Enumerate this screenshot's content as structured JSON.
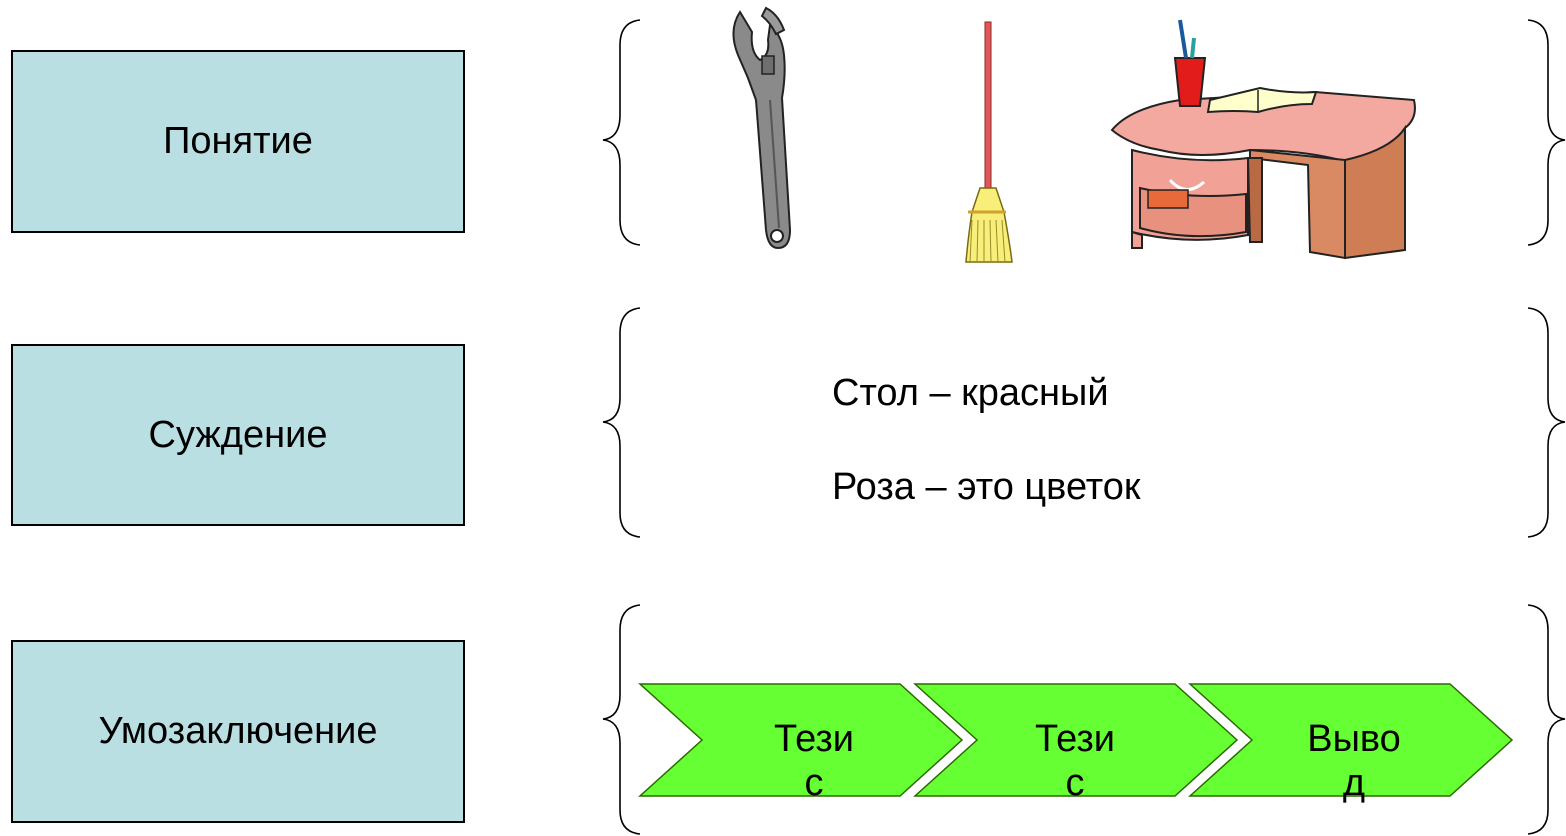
{
  "concepts": {
    "notion": "Понятие",
    "judgement": "Суждение",
    "inference": "Умозаключение"
  },
  "statements": {
    "line1": "Стол – красный",
    "line2": "Роза – это цветок"
  },
  "chevrons": [
    {
      "text_top": "Тези",
      "text_bottom": "с"
    },
    {
      "text_top": "Тези",
      "text_bottom": "с"
    },
    {
      "text_top": "Выво",
      "text_bottom": "д"
    }
  ],
  "pictures": [
    "wrench-icon",
    "broom-icon",
    "desk-icon"
  ],
  "colors": {
    "box_fill": "#b9dfe3",
    "chevron_fill": "#66ff33"
  }
}
